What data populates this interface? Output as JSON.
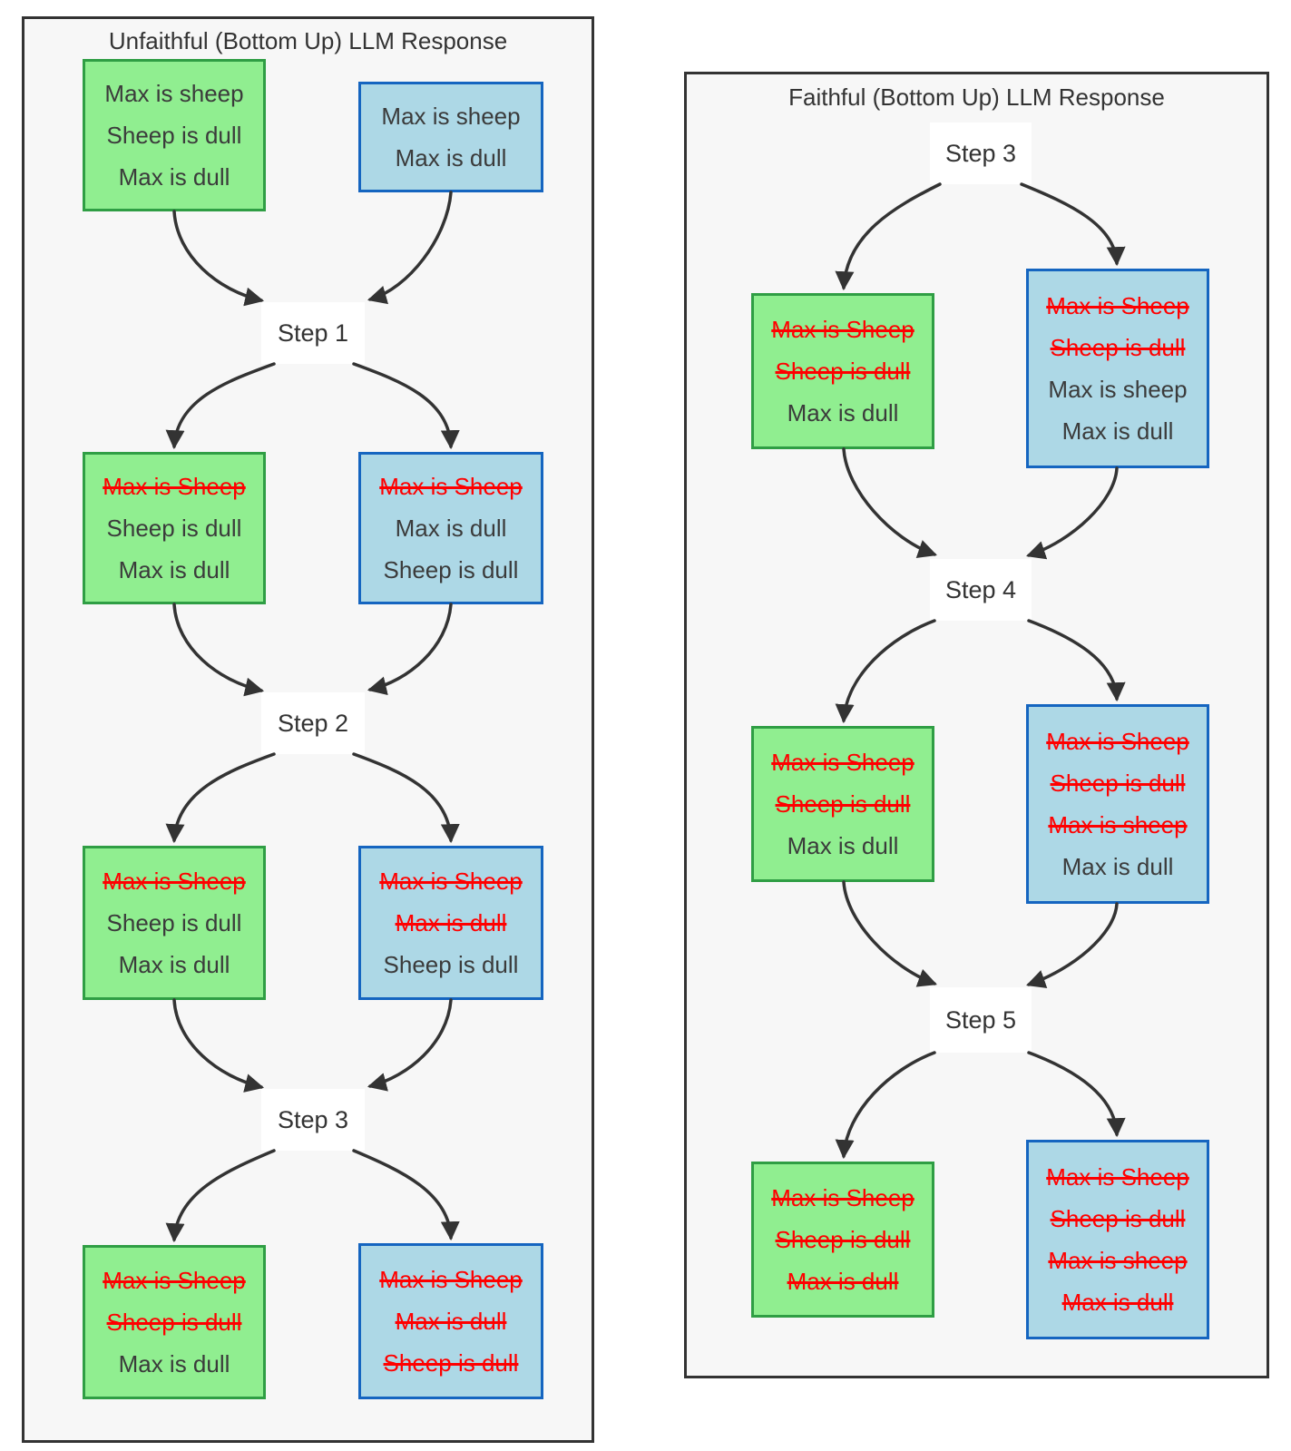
{
  "colors": {
    "panel_background": "#f7f7f7",
    "panel_border": "#333333",
    "green_box_fill": "#90EE90",
    "green_box_border": "#2f9e44",
    "blue_box_fill": "#ADD8E6",
    "blue_box_border": "#1565c0",
    "normal_text": "#3b3b3b",
    "struck_text": "#ff0000",
    "arrow": "#333333"
  },
  "panels": [
    {
      "title": "Unfaithful (Bottom Up) LLM Response",
      "steps": [
        {
          "label": "Step 1"
        },
        {
          "label": "Step 2"
        },
        {
          "label": "Step 3"
        }
      ],
      "boxes": [
        {
          "variant": "green",
          "lines": [
            {
              "text": "Max is sheep",
              "struck": false
            },
            {
              "text": "Sheep is dull",
              "struck": false
            },
            {
              "text": "Max is dull",
              "struck": false
            }
          ]
        },
        {
          "variant": "blue",
          "lines": [
            {
              "text": "Max is sheep",
              "struck": false
            },
            {
              "text": "Max is dull",
              "struck": false
            }
          ]
        },
        {
          "variant": "green",
          "lines": [
            {
              "text": "Max is Sheep",
              "struck": true
            },
            {
              "text": "Sheep is dull",
              "struck": false
            },
            {
              "text": "Max is dull",
              "struck": false
            }
          ]
        },
        {
          "variant": "blue",
          "lines": [
            {
              "text": "Max is Sheep",
              "struck": true
            },
            {
              "text": "Max is dull",
              "struck": false
            },
            {
              "text": "Sheep is dull",
              "struck": false
            }
          ]
        },
        {
          "variant": "green",
          "lines": [
            {
              "text": "Max is Sheep",
              "struck": true
            },
            {
              "text": "Sheep is dull",
              "struck": false
            },
            {
              "text": "Max is dull",
              "struck": false
            }
          ]
        },
        {
          "variant": "blue",
          "lines": [
            {
              "text": "Max is Sheep",
              "struck": true
            },
            {
              "text": "Max is dull",
              "struck": true
            },
            {
              "text": "Sheep is dull",
              "struck": false
            }
          ]
        },
        {
          "variant": "green",
          "lines": [
            {
              "text": "Max is Sheep",
              "struck": true
            },
            {
              "text": "Sheep is dull",
              "struck": true
            },
            {
              "text": "Max is dull",
              "struck": false
            }
          ]
        },
        {
          "variant": "blue",
          "lines": [
            {
              "text": "Max is Sheep",
              "struck": true
            },
            {
              "text": "Max is dull",
              "struck": true
            },
            {
              "text": "Sheep is dull",
              "struck": true
            }
          ]
        }
      ]
    },
    {
      "title": "Faithful (Bottom Up) LLM Response",
      "steps": [
        {
          "label": "Step 3"
        },
        {
          "label": "Step 4"
        },
        {
          "label": "Step 5"
        }
      ],
      "boxes": [
        {
          "variant": "green",
          "lines": [
            {
              "text": "Max is Sheep",
              "struck": true
            },
            {
              "text": "Sheep is dull",
              "struck": true
            },
            {
              "text": "Max is dull",
              "struck": false
            }
          ]
        },
        {
          "variant": "blue",
          "lines": [
            {
              "text": "Max is Sheep",
              "struck": true
            },
            {
              "text": "Sheep is dull",
              "struck": true
            },
            {
              "text": "Max is sheep",
              "struck": false
            },
            {
              "text": "Max is dull",
              "struck": false
            }
          ]
        },
        {
          "variant": "green",
          "lines": [
            {
              "text": "Max is Sheep",
              "struck": true
            },
            {
              "text": "Sheep is dull",
              "struck": true
            },
            {
              "text": "Max is dull",
              "struck": false
            }
          ]
        },
        {
          "variant": "blue",
          "lines": [
            {
              "text": "Max is Sheep",
              "struck": true
            },
            {
              "text": "Sheep is dull",
              "struck": true
            },
            {
              "text": "Max is sheep",
              "struck": true
            },
            {
              "text": "Max is dull",
              "struck": false
            }
          ]
        },
        {
          "variant": "green",
          "lines": [
            {
              "text": "Max is Sheep",
              "struck": true
            },
            {
              "text": "Sheep is dull",
              "struck": true
            },
            {
              "text": "Max is dull",
              "struck": true
            }
          ]
        },
        {
          "variant": "blue",
          "lines": [
            {
              "text": "Max is Sheep",
              "struck": true
            },
            {
              "text": "Sheep is dull",
              "struck": true
            },
            {
              "text": "Max is sheep",
              "struck": true
            },
            {
              "text": "Max is dull",
              "struck": true
            }
          ]
        }
      ]
    }
  ]
}
